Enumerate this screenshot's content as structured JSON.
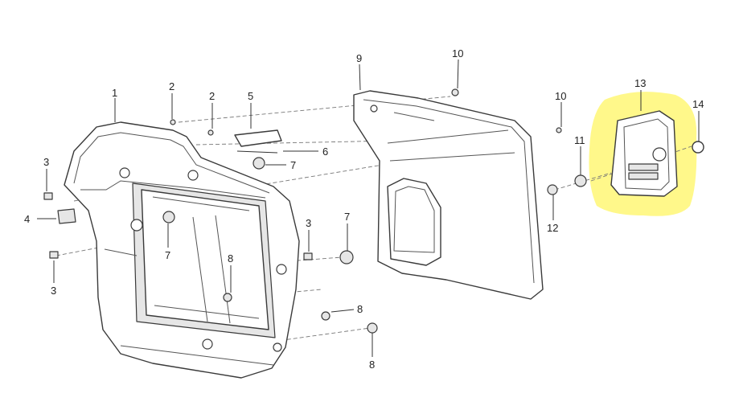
{
  "highlight_color": "#fff88a",
  "callouts": [
    {
      "id": "c1",
      "label": "1"
    },
    {
      "id": "c2a",
      "label": "2"
    },
    {
      "id": "c2b",
      "label": "2"
    },
    {
      "id": "c3a",
      "label": "3"
    },
    {
      "id": "c3b",
      "label": "3"
    },
    {
      "id": "c3c",
      "label": "3"
    },
    {
      "id": "c4",
      "label": "4"
    },
    {
      "id": "c5",
      "label": "5"
    },
    {
      "id": "c6",
      "label": "6"
    },
    {
      "id": "c7a",
      "label": "7"
    },
    {
      "id": "c7b",
      "label": "7"
    },
    {
      "id": "c7c",
      "label": "7"
    },
    {
      "id": "c8a",
      "label": "8"
    },
    {
      "id": "c8b",
      "label": "8"
    },
    {
      "id": "c8c",
      "label": "8"
    },
    {
      "id": "c9",
      "label": "9"
    },
    {
      "id": "c10a",
      "label": "10"
    },
    {
      "id": "c10b",
      "label": "10"
    },
    {
      "id": "c11",
      "label": "11"
    },
    {
      "id": "c12",
      "label": "12"
    },
    {
      "id": "c13",
      "label": "13"
    },
    {
      "id": "c14",
      "label": "14"
    }
  ]
}
